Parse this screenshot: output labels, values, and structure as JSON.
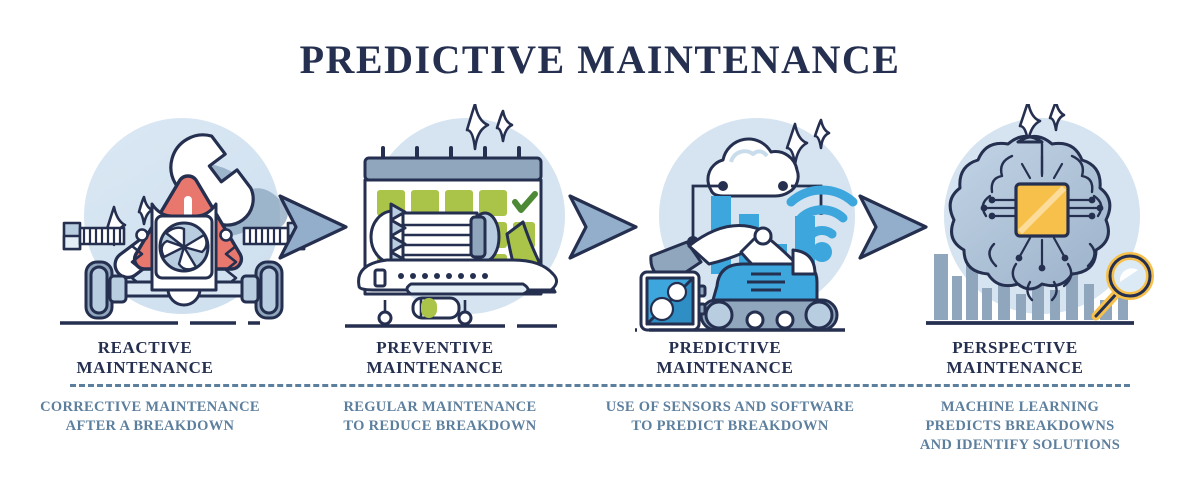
{
  "title": "PREDICTIVE MAINTENANCE",
  "colors": {
    "ink": "#252f4f",
    "circle_bg": "#d5e4f0",
    "caption_text": "#5d7f9e",
    "arrow_fill": "#92aecb",
    "accent_red": "#e8776e",
    "accent_green": "#aac44a",
    "accent_blue": "#3ca6dd",
    "accent_yellow": "#f7c04a",
    "steel": "#8fa6bd",
    "light_steel": "#b9cde0",
    "white": "#ffffff"
  },
  "divider": {
    "style": "dashed",
    "color": "#5d7f9e"
  },
  "stages": [
    {
      "id": "reactive",
      "heading_line1": "REACTIVE",
      "heading_line2": "MAINTENANCE",
      "caption_line1": "CORRECTIVE MAINTENANCE",
      "caption_line2": "AFTER A BREAKDOWN",
      "caption_line3": "",
      "icons": [
        "wrench-icon",
        "warning-triangle-icon",
        "car-axle-icon",
        "bolt-icon",
        "sparkle-icon",
        "fan-icon"
      ]
    },
    {
      "id": "preventive",
      "heading_line1": "PREVENTIVE",
      "heading_line2": "MAINTENANCE",
      "caption_line1": "REGULAR MAINTENANCE",
      "caption_line2": "TO REDUCE BREAKDOWN",
      "caption_line3": "",
      "icons": [
        "calendar-icon",
        "checkmark-icon",
        "jet-engine-icon",
        "airplane-icon",
        "sparkle-icon"
      ]
    },
    {
      "id": "predictive",
      "heading_line1": "PREDICTIVE",
      "heading_line2": "MAINTENANCE",
      "caption_line1": "USE OF SENSORS AND SOFTWARE",
      "caption_line2": "TO PREDICT BREAKDOWN",
      "caption_line3": "",
      "icons": [
        "cloud-icon",
        "bar-chart-icon",
        "wifi-icon",
        "excavator-icon",
        "gears-panel-icon",
        "sparkle-icon"
      ]
    },
    {
      "id": "perspective",
      "heading_line1": "PERSPECTIVE",
      "heading_line2": "MAINTENANCE",
      "caption_line1": "MACHINE LEARNING",
      "caption_line2": "PREDICTS BREAKDOWNS",
      "caption_line3": "AND IDENTIFY SOLUTIONS",
      "icons": [
        "brain-icon",
        "cpu-chip-icon",
        "bar-chart-icon",
        "magnifier-icon",
        "sparkle-icon"
      ]
    }
  ],
  "arrows": [
    {
      "id": "arrow-1",
      "label": "next-stage-arrow"
    },
    {
      "id": "arrow-2",
      "label": "next-stage-arrow"
    },
    {
      "id": "arrow-3",
      "label": "next-stage-arrow"
    }
  ]
}
